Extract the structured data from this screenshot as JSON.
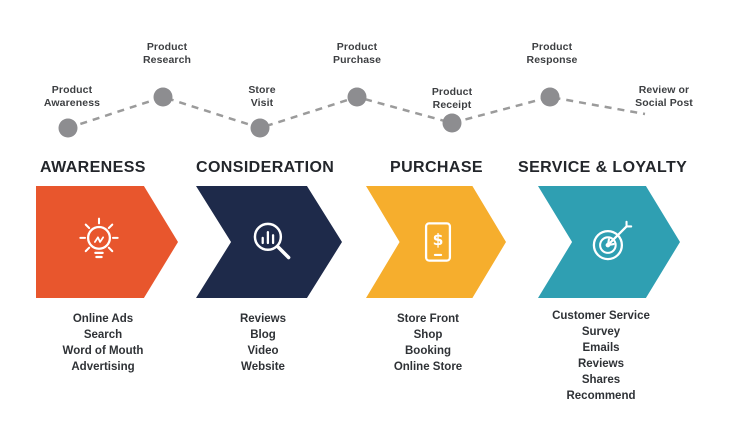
{
  "journey": {
    "line_color": "#9b9b9b",
    "dot_color": "#8d8d90",
    "nodes": [
      {
        "label": "Product\nAwareness"
      },
      {
        "label": "Product\nResearch"
      },
      {
        "label": "Store\nVisit"
      },
      {
        "label": "Product\nPurchase"
      },
      {
        "label": "Product\nReceipt"
      },
      {
        "label": "Product\nResponse"
      },
      {
        "label": "Review or\nSocial Post"
      }
    ]
  },
  "stages": [
    {
      "heading": "AWARENESS",
      "color": "#e8562d",
      "icon": "lightbulb-icon",
      "items": [
        "Online Ads",
        "Search",
        "Word of Mouth",
        "Advertising"
      ]
    },
    {
      "heading": "CONSIDERATION",
      "color": "#1e2a4a",
      "icon": "magnifier-chart-icon",
      "items": [
        "Reviews",
        "Blog",
        "Video",
        "Website"
      ]
    },
    {
      "heading": "PURCHASE",
      "color": "#f6ae2d",
      "icon": "tablet-dollar-icon",
      "icon_text": "$",
      "items": [
        "Store Front",
        "Shop",
        "Booking",
        "Online Store"
      ]
    },
    {
      "heading": "SERVICE & LOYALTY",
      "color": "#2f9fb2",
      "icon": "target-arrow-icon",
      "items": [
        "Customer Service",
        "Survey",
        "Emails",
        "Reviews",
        "Shares",
        "Recommend"
      ]
    }
  ]
}
